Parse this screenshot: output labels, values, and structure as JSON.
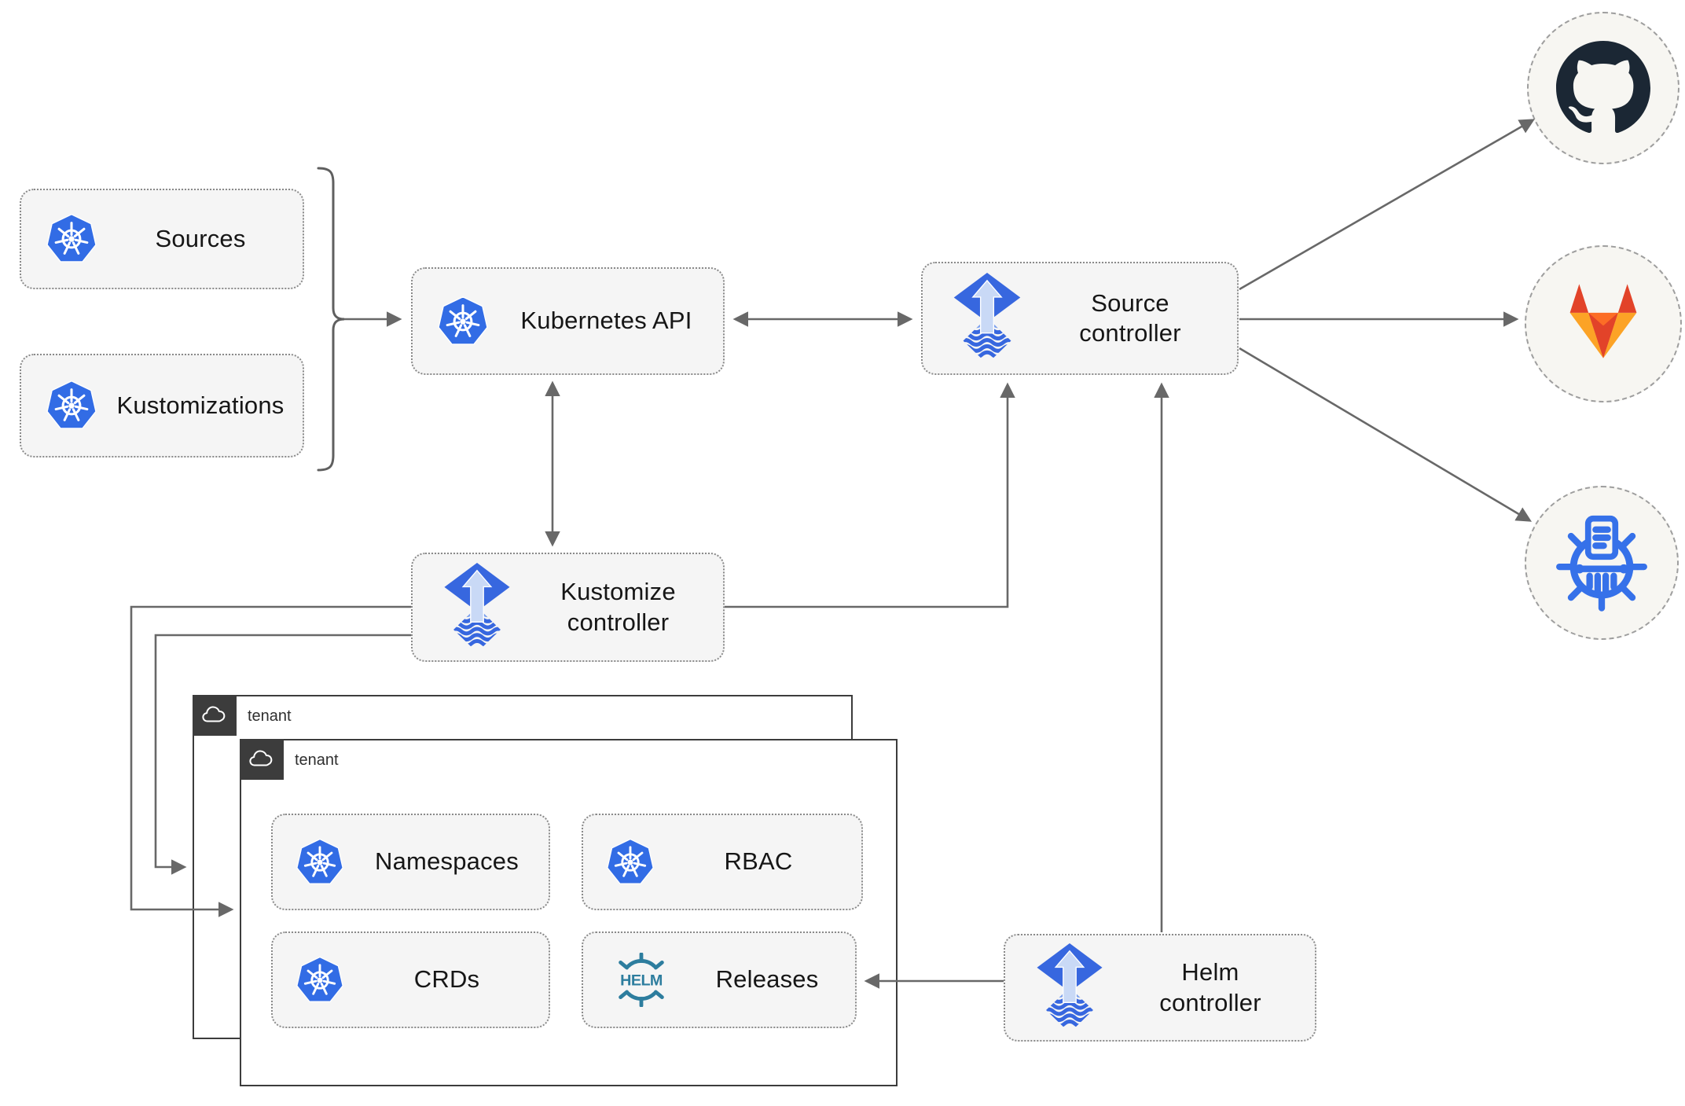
{
  "nodes": {
    "sources": {
      "label": "Sources",
      "icon": "kubernetes-icon"
    },
    "kustomizations": {
      "label": "Kustomizations",
      "icon": "kubernetes-icon"
    },
    "kubernetes_api": {
      "label": "Kubernetes API",
      "icon": "kubernetes-icon"
    },
    "source_controller": {
      "label": "Source controller",
      "icon": "flux-icon"
    },
    "kustomize_controller": {
      "label": "Kustomize controller",
      "icon": "flux-icon"
    },
    "helm_controller": {
      "label": "Helm controller",
      "icon": "flux-icon"
    },
    "namespaces": {
      "label": "Namespaces",
      "icon": "kubernetes-icon"
    },
    "rbac": {
      "label": "RBAC",
      "icon": "kubernetes-icon"
    },
    "crds": {
      "label": "CRDs",
      "icon": "kubernetes-icon"
    },
    "releases": {
      "label": "Releases",
      "icon": "helm-icon",
      "icon_text": "HELM"
    }
  },
  "groups": {
    "outer_tenant": {
      "label": "tenant",
      "icon": "cloud-icon"
    },
    "inner_tenant": {
      "label": "tenant",
      "icon": "cloud-icon"
    }
  },
  "remotes": {
    "github": {
      "icon": "github-icon"
    },
    "gitlab": {
      "icon": "gitlab-icon"
    },
    "chart_repository": {
      "icon": "chartmuseum-icon"
    }
  },
  "colors": {
    "k8s-blue": "#326ce5",
    "flux-blue": "#3767df",
    "flux-arrow-light": "#c9d9f6",
    "flux-wave-light": "#7ba0ed",
    "helm-teal": "#2d7d9e",
    "github-dark": "#1b2734",
    "gitlab-red": "#e24329",
    "gitlab-orange": "#fc6d26",
    "gitlab-yellow": "#fca326",
    "chartmuseum-blue": "#3671e9",
    "line-gray": "#686868",
    "node-fill": "#f5f5f5",
    "node-border": "#8a8a8a",
    "tenant-border": "#3c3c3c",
    "tenant-tab": "#3c3c3c",
    "circle-fill": "#f7f6f2",
    "circle-border": "#9e9e9e",
    "text-dark": "#161616"
  }
}
